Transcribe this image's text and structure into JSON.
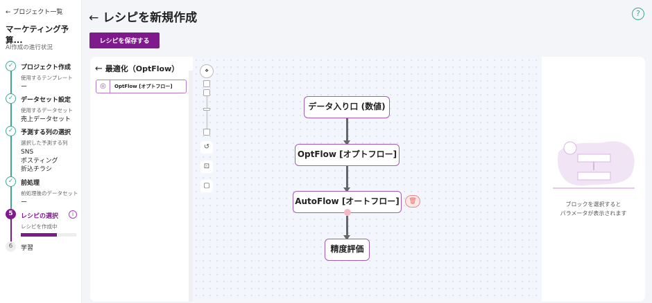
{
  "sidebar": {
    "back": "← プロジェクト一覧",
    "project": "マーケティング予算...",
    "progress_label": "AI作成の進行状況",
    "steps": [
      {
        "title": "プロジェクト作成",
        "sub": "使用するテンプレート",
        "value": "ー"
      },
      {
        "title": "データセット設定",
        "sub": "使用するデータセット",
        "value": "売上データセット"
      },
      {
        "title": "予測する列の選択",
        "sub": "選択した予測する列",
        "values": [
          "SNS",
          "ポスティング",
          "折込チラシ"
        ]
      },
      {
        "title": "前処理",
        "sub": "前処理後のデータセット",
        "value": "ー"
      },
      {
        "num": "5",
        "title": "レシピの選択",
        "sub": "レシピを作成中",
        "progress": 0.65
      },
      {
        "num": "6",
        "title": "学習"
      }
    ]
  },
  "header": {
    "title": "レシピを新規作成",
    "save": "レシピを保存する",
    "help": "?"
  },
  "left_panel": {
    "title": "最適化（OptFlow）",
    "item": "OptFlow [オプトフロー]"
  },
  "flow": {
    "nodes": [
      "データ入り口 (数値)",
      "OptFlow [オプトフロー]",
      "AutoFlow [オートフロー]",
      "精度評価"
    ]
  },
  "right_panel": {
    "hint_line1": "ブロックを選択すると",
    "hint_line2": "パラメータが表示されます"
  },
  "colors": {
    "accent": "#7f1a8d",
    "done": "#3aa893"
  }
}
